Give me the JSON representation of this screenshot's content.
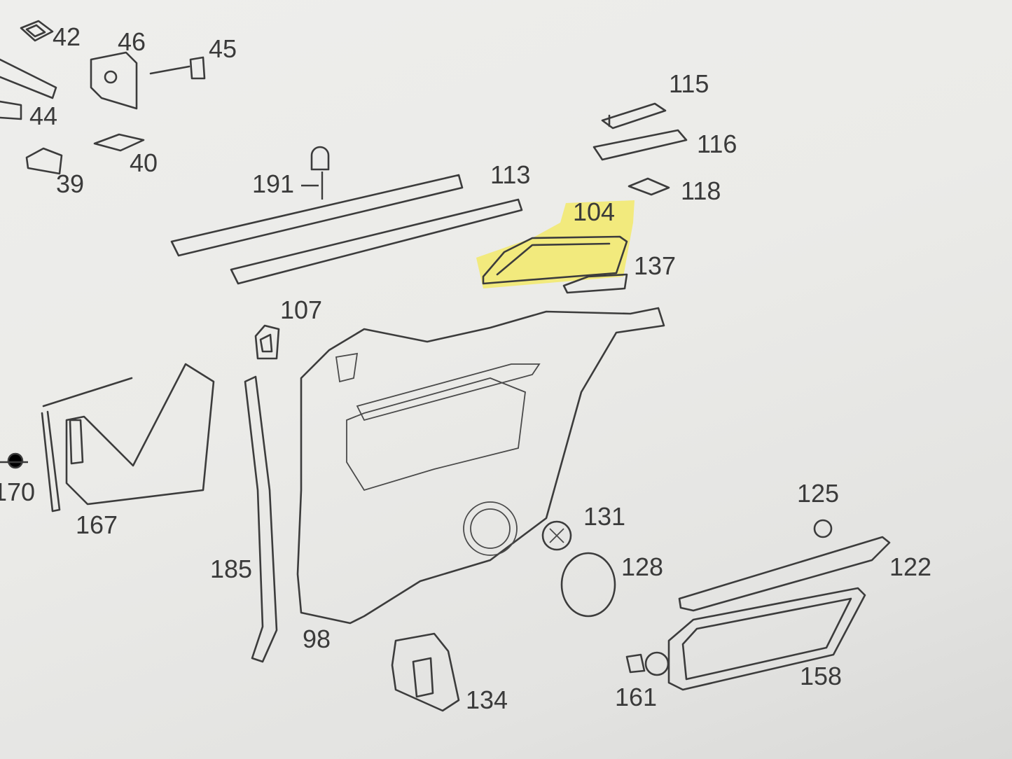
{
  "diagram": {
    "highlight_color": "#f3ea6a",
    "highlighted_part": "104",
    "callouts": [
      "42",
      "46",
      "45",
      "44",
      "40",
      "39",
      "115",
      "116",
      "118",
      "191",
      "113",
      "104",
      "137",
      "107",
      "170",
      "167",
      "185",
      "98",
      "134",
      "131",
      "128",
      "125",
      "122",
      "158",
      "161"
    ]
  }
}
